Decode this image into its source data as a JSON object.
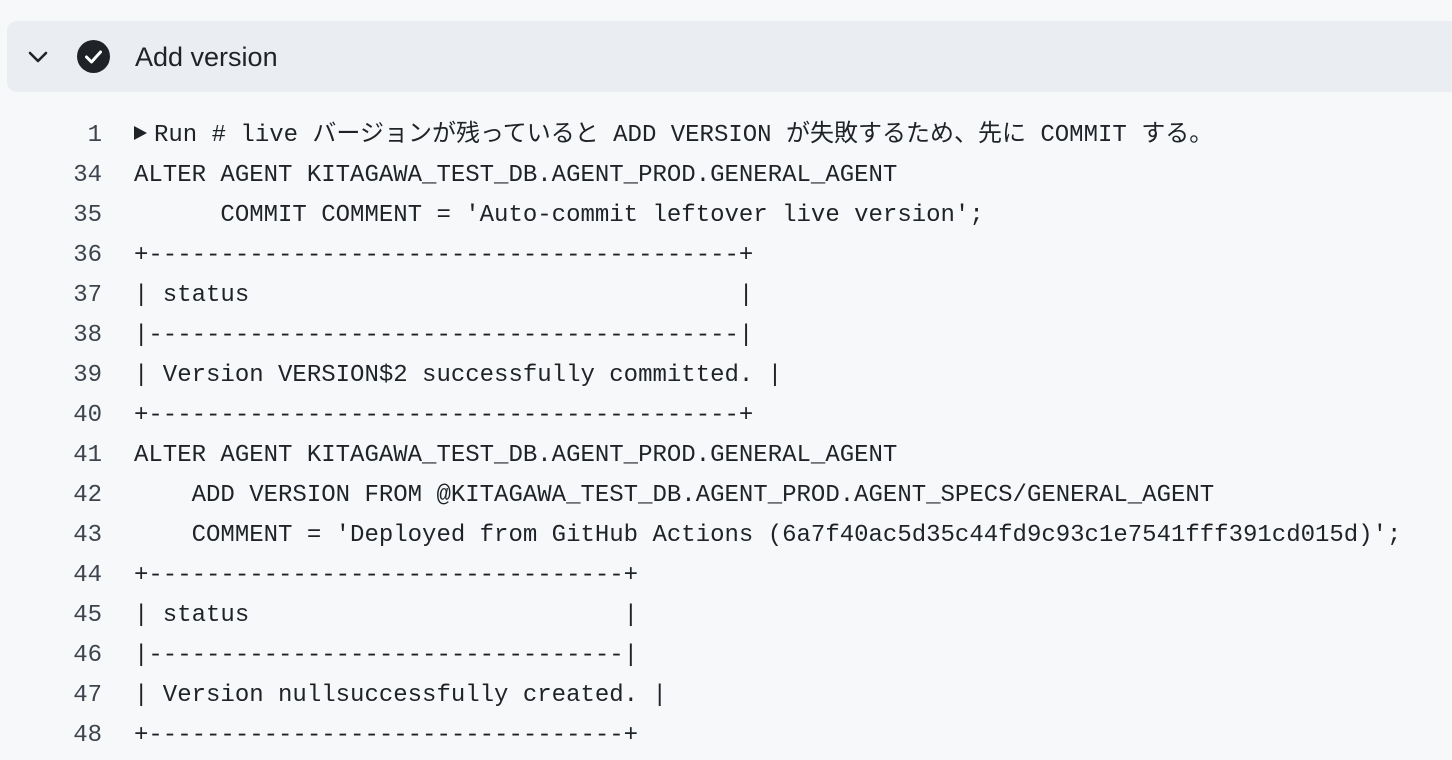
{
  "step": {
    "title": "Add version",
    "expand_icon": "chevron-down-icon",
    "status_icon": "check-circle-filled-icon",
    "status_color": "#1f2328"
  },
  "log": {
    "lines": [
      {
        "number": "1",
        "text": "Run # live バージョンが残っていると ADD VERSION が失敗するため、先に COMMIT する。",
        "collapsible": true
      },
      {
        "number": "34",
        "text": "ALTER AGENT KITAGAWA_TEST_DB.AGENT_PROD.GENERAL_AGENT"
      },
      {
        "number": "35",
        "text": "      COMMIT COMMENT = 'Auto-commit leftover live version';"
      },
      {
        "number": "36",
        "text": "+-----------------------------------------+"
      },
      {
        "number": "37",
        "text": "| status                                  |"
      },
      {
        "number": "38",
        "text": "|-----------------------------------------|"
      },
      {
        "number": "39",
        "text": "| Version VERSION$2 successfully committed. |"
      },
      {
        "number": "40",
        "text": "+-----------------------------------------+"
      },
      {
        "number": "41",
        "text": "ALTER AGENT KITAGAWA_TEST_DB.AGENT_PROD.GENERAL_AGENT"
      },
      {
        "number": "42",
        "text": "    ADD VERSION FROM @KITAGAWA_TEST_DB.AGENT_PROD.AGENT_SPECS/GENERAL_AGENT"
      },
      {
        "number": "43",
        "text": "    COMMENT = 'Deployed from GitHub Actions (6a7f40ac5d35c44fd9c93c1e7541fff391cd015d)';"
      },
      {
        "number": "44",
        "text": "+---------------------------------+"
      },
      {
        "number": "45",
        "text": "| status                          |"
      },
      {
        "number": "46",
        "text": "|---------------------------------|"
      },
      {
        "number": "47",
        "text": "| Version nullsuccessfully created. |"
      },
      {
        "number": "48",
        "text": "+---------------------------------+"
      }
    ]
  }
}
